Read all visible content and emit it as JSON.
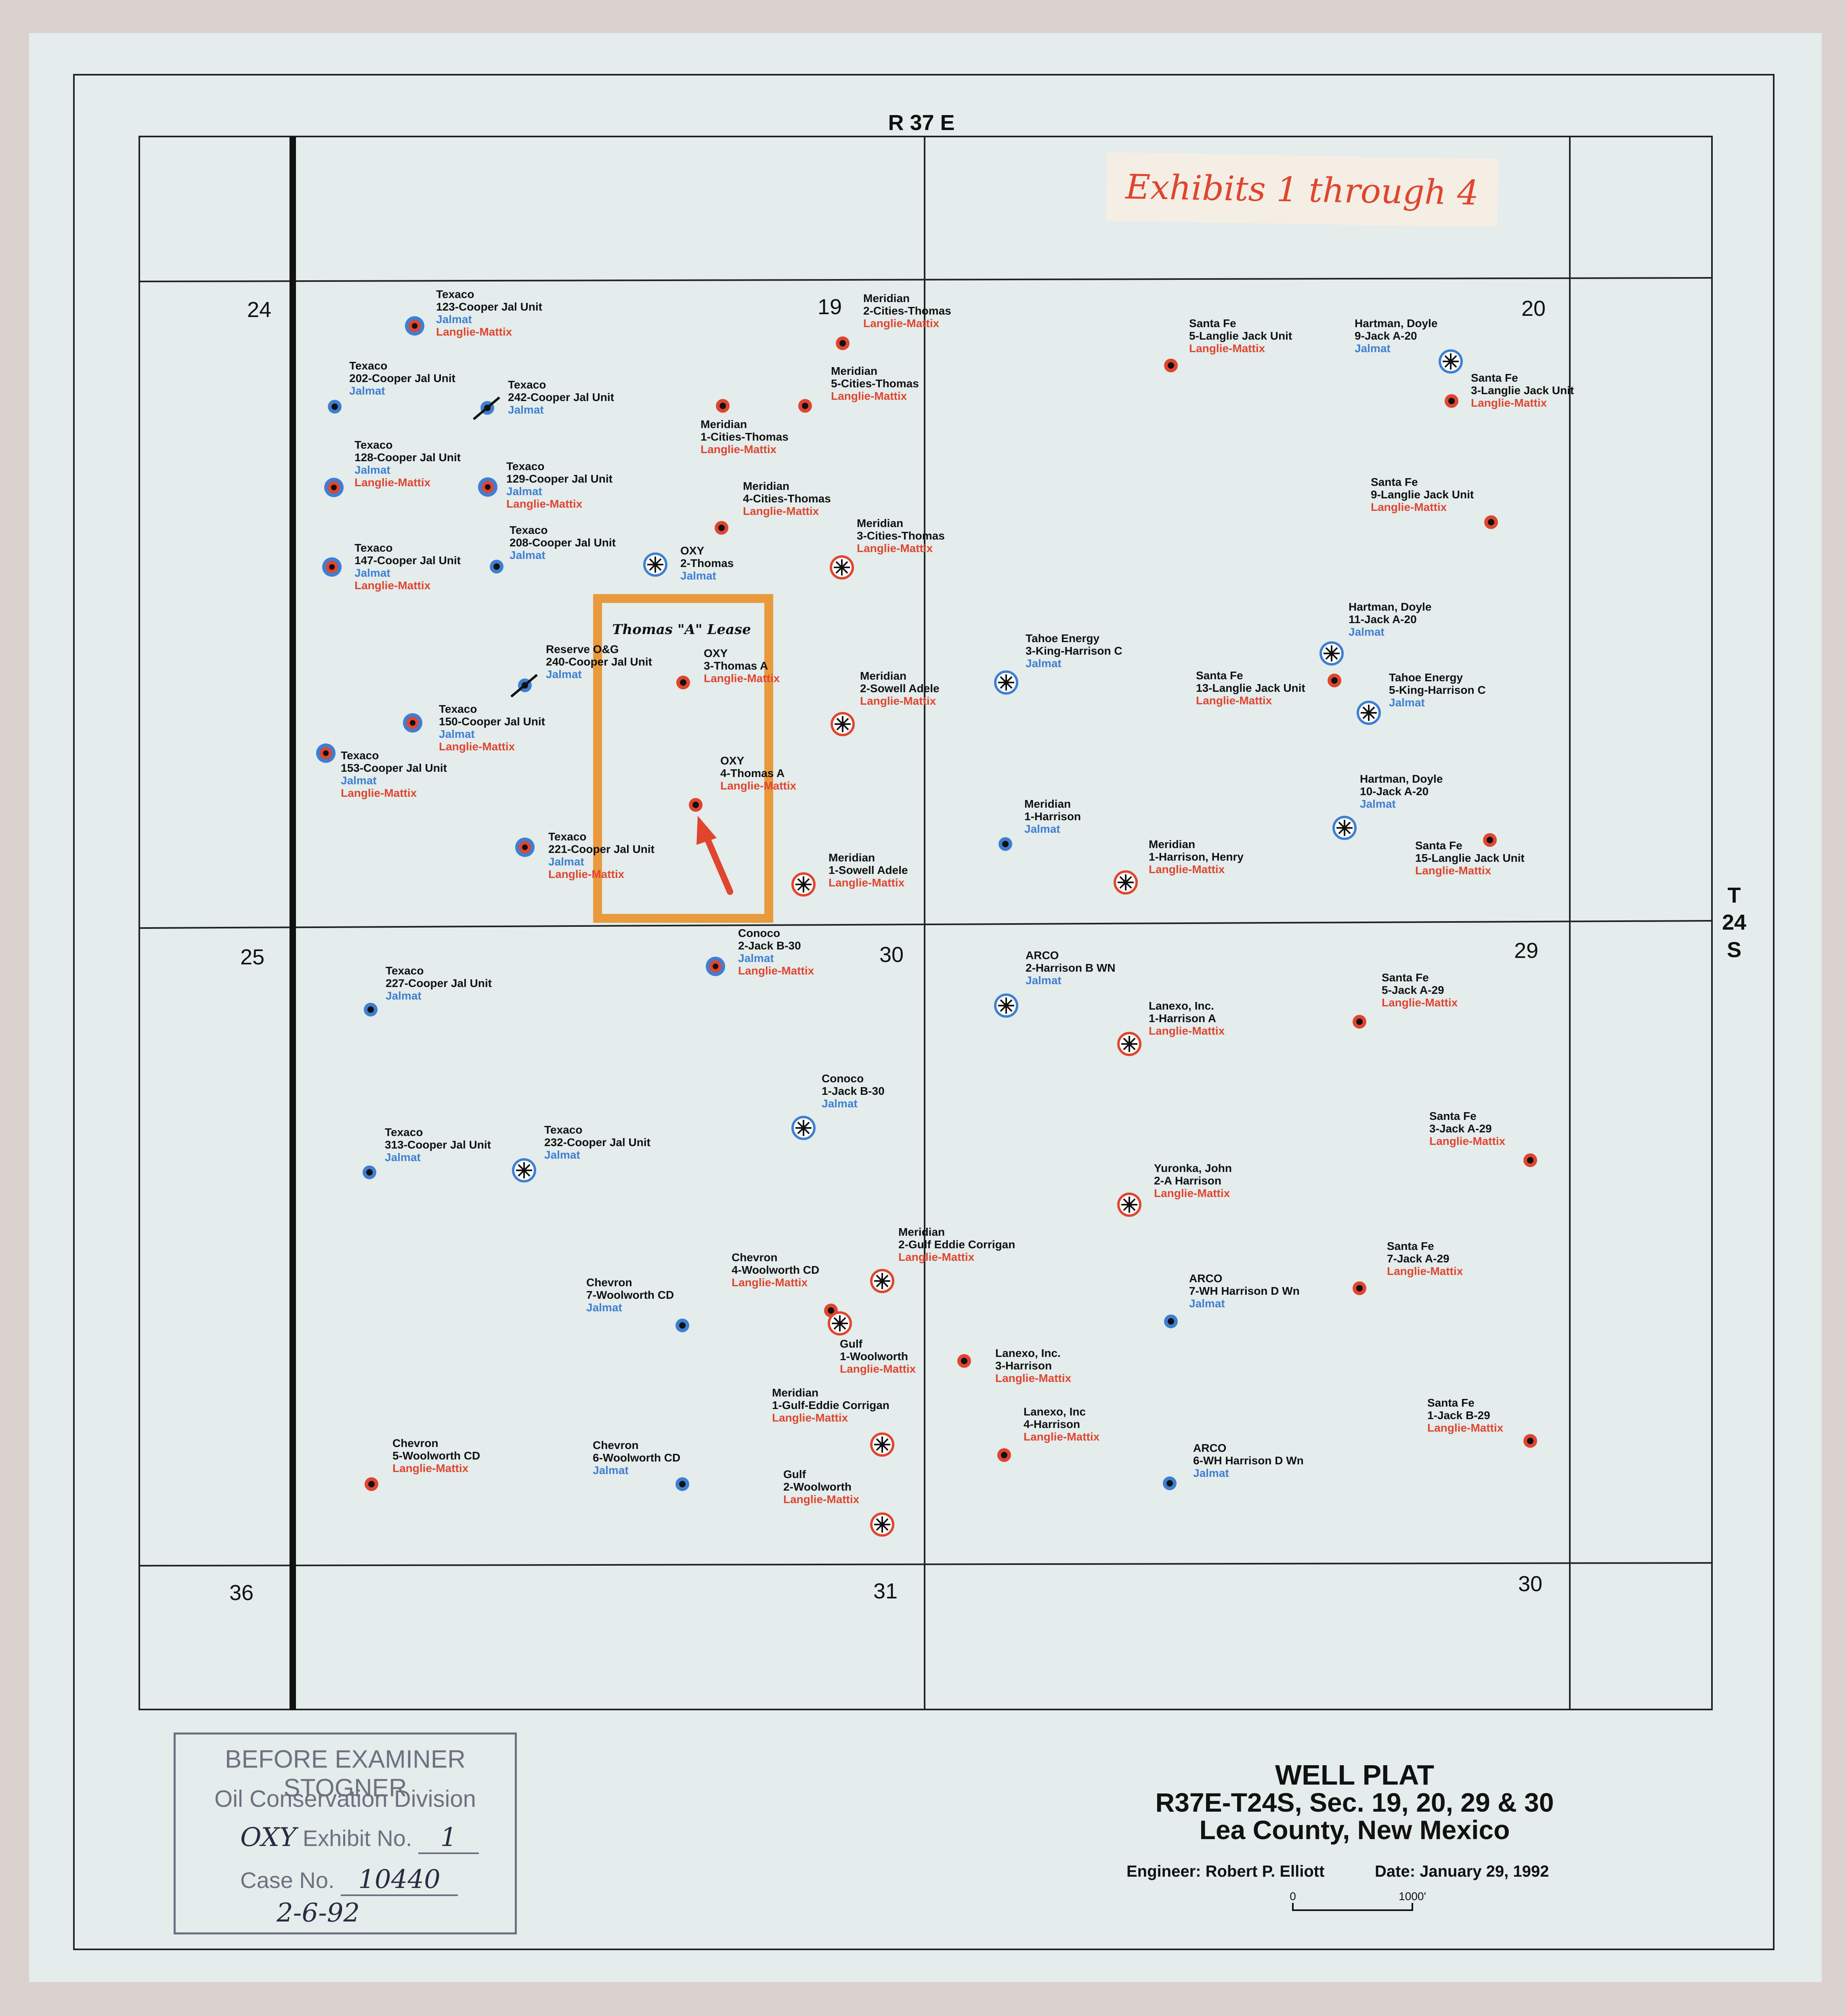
{
  "range_label": "R 37 E",
  "township": {
    "t": "T",
    "num": "24",
    "s": "S"
  },
  "sections": [
    {
      "num": "24"
    },
    {
      "num": "19"
    },
    {
      "num": "20"
    },
    {
      "num": "25"
    },
    {
      "num": "30"
    },
    {
      "num": "29"
    },
    {
      "num": "36"
    },
    {
      "num": "31"
    },
    {
      "num": "30"
    }
  ],
  "note": "Exhibits 1 through 4",
  "lease": {
    "name": "Thomas \"A\" Lease",
    "color": "#e89a3c"
  },
  "colors": {
    "paper": "#e4ecec",
    "black": "#111111",
    "jalmat": "#3f7fd1",
    "langlie": "#e0452f",
    "lease": "#e89a3c"
  },
  "wells": [
    {
      "lines": [
        "Texaco",
        "123-Cooper Jal Unit"
      ],
      "pool": [
        "Jalmat",
        "Langlie-Mattix"
      ],
      "type": "double",
      "sym": [
        1027,
        807
      ],
      "lab": [
        1080,
        738
      ]
    },
    {
      "lines": [
        "Texaco",
        "202-Cooper Jal Unit"
      ],
      "pool": [
        "Jalmat"
      ],
      "type": "blue",
      "sym": [
        829,
        1007
      ],
      "lab": [
        865,
        915
      ]
    },
    {
      "lines": [
        "Texaco",
        "242-Cooper Jal Unit"
      ],
      "pool": [
        "Jalmat"
      ],
      "type": "slash",
      "sym": [
        1207,
        1010
      ],
      "lab": [
        1258,
        962
      ]
    },
    {
      "lines": [
        "Texaco",
        "128-Cooper Jal Unit"
      ],
      "pool": [
        "Jalmat",
        "Langlie-Mattix"
      ],
      "type": "double",
      "sym": [
        827,
        1207
      ],
      "lab": [
        878,
        1111
      ]
    },
    {
      "lines": [
        "Texaco",
        "129-Cooper Jal Unit"
      ],
      "pool": [
        "Jalmat",
        "Langlie-Mattix"
      ],
      "type": "double",
      "sym": [
        1208,
        1206
      ],
      "lab": [
        1254,
        1164
      ]
    },
    {
      "lines": [
        "Texaco",
        "208-Cooper Jal Unit"
      ],
      "pool": [
        "Jalmat"
      ],
      "type": "blue",
      "sym": [
        1230,
        1403
      ],
      "lab": [
        1262,
        1322
      ]
    },
    {
      "lines": [
        "Texaco",
        "147-Cooper Jal Unit"
      ],
      "pool": [
        "Jalmat",
        "Langlie-Mattix"
      ],
      "type": "double",
      "sym": [
        822,
        1404
      ],
      "lab": [
        878,
        1366
      ]
    },
    {
      "lines": [
        "OXY",
        "2-Thomas"
      ],
      "pool": [
        "Jalmat"
      ],
      "type": "blue-gas",
      "sym": [
        1623,
        1398
      ],
      "lab": [
        1685,
        1373
      ]
    },
    {
      "lines": [
        "Meridian",
        "2-Cities-Thomas"
      ],
      "pool": [
        "Langlie-Mattix"
      ],
      "type": "red",
      "sym": [
        2087,
        850
      ],
      "lab": [
        2138,
        748
      ]
    },
    {
      "lines": [
        "Meridian",
        "5-Cities-Thomas"
      ],
      "pool": [
        "Langlie-Mattix"
      ],
      "type": "red",
      "sym": [
        1994,
        1005
      ],
      "lab": [
        2058,
        928
      ]
    },
    {
      "lines": [
        "Meridian",
        "1-Cities-Thomas"
      ],
      "pool": [
        "Langlie-Mattix"
      ],
      "type": "red",
      "sym": [
        1790,
        1005
      ],
      "lab": [
        1735,
        1060
      ]
    },
    {
      "lines": [
        "Meridian",
        "4-Cities-Thomas"
      ],
      "pool": [
        "Langlie-Mattix"
      ],
      "type": "red",
      "sym": [
        1787,
        1307
      ],
      "lab": [
        1840,
        1213
      ]
    },
    {
      "lines": [
        "Meridian",
        "3-Cities-Thomas"
      ],
      "pool": [
        "Langlie-Mattix"
      ],
      "type": "red-gas",
      "sym": [
        2085,
        1405
      ],
      "lab": [
        2122,
        1305
      ]
    },
    {
      "lines": [
        "Santa Fe",
        "5-Langlie Jack Unit"
      ],
      "pool": [
        "Langlie-Mattix"
      ],
      "type": "red",
      "sym": [
        2900,
        905
      ],
      "lab": [
        2945,
        810
      ]
    },
    {
      "lines": [
        "Hartman, Doyle",
        "9-Jack A-20"
      ],
      "pool": [
        "Jalmat"
      ],
      "type": "blue-gas",
      "sym": [
        3593,
        895
      ],
      "lab": [
        3355,
        810
      ]
    },
    {
      "lines": [
        "Santa Fe",
        "3-Langlie Jack Unit"
      ],
      "pool": [
        "Langlie-Mattix"
      ],
      "type": "red",
      "sym": [
        3595,
        993
      ],
      "lab": [
        3643,
        945
      ]
    },
    {
      "lines": [
        "Santa Fe",
        "9-Langlie Jack Unit"
      ],
      "pool": [
        "Langlie-Mattix"
      ],
      "type": "red",
      "sym": [
        3693,
        1293
      ],
      "lab": [
        3395,
        1203
      ]
    },
    {
      "lines": [
        "Reserve O&G",
        "240-Cooper Jal Unit"
      ],
      "pool": [
        "Jalmat"
      ],
      "type": "slash",
      "sym": [
        1300,
        1697
      ],
      "lab": [
        1352,
        1617
      ]
    },
    {
      "lines": [
        "OXY",
        "3-Thomas A"
      ],
      "pool": [
        "Langlie-Mattix"
      ],
      "type": "red",
      "sym": [
        1692,
        1690
      ],
      "lab": [
        1743,
        1627
      ]
    },
    {
      "lines": [
        "Texaco",
        "150-Cooper Jal Unit"
      ],
      "pool": [
        "Jalmat",
        "Langlie-Mattix"
      ],
      "type": "double",
      "sym": [
        1022,
        1790
      ],
      "lab": [
        1087,
        1765
      ]
    },
    {
      "lines": [
        "Texaco",
        "153-Cooper Jal Unit"
      ],
      "pool": [
        "Jalmat",
        "Langlie-Mattix"
      ],
      "type": "double",
      "sym": [
        807,
        1865
      ],
      "lab": [
        844,
        1880
      ]
    },
    {
      "lines": [
        "OXY",
        "4-Thomas A"
      ],
      "pool": [
        "Langlie-Mattix"
      ],
      "type": "red",
      "sym": [
        1723,
        1993
      ],
      "lab": [
        1784,
        1893
      ]
    },
    {
      "lines": [
        "Texaco",
        "221-Cooper Jal Unit"
      ],
      "pool": [
        "Jalmat",
        "Langlie-Mattix"
      ],
      "type": "double",
      "sym": [
        1300,
        2098
      ],
      "lab": [
        1358,
        2081
      ]
    },
    {
      "lines": [
        "Meridian",
        "2-Sowell Adele"
      ],
      "pool": [
        "Langlie-Mattix"
      ],
      "type": "red-gas",
      "sym": [
        2087,
        1793
      ],
      "lab": [
        2130,
        1683
      ]
    },
    {
      "lines": [
        "Meridian",
        "1-Sowell Adele"
      ],
      "pool": [
        "Langlie-Mattix"
      ],
      "type": "red-gas",
      "sym": [
        1990,
        2190
      ],
      "lab": [
        2052,
        2133
      ]
    },
    {
      "lines": [
        "Tahoe Energy",
        "3-King-Harrison C"
      ],
      "pool": [
        "Jalmat"
      ],
      "type": "blue-gas",
      "sym": [
        2492,
        1690
      ],
      "lab": [
        2540,
        1590
      ]
    },
    {
      "lines": [
        "Santa Fe",
        "13-Langlie Jack Unit"
      ],
      "pool": [
        "Langlie-Mattix"
      ],
      "type": "red",
      "sym": [
        3305,
        1685
      ],
      "lab": [
        2962,
        1682
      ]
    },
    {
      "lines": [
        "Hartman, Doyle",
        "11-Jack A-20"
      ],
      "pool": [
        "Jalmat"
      ],
      "type": "blue-gas",
      "sym": [
        3298,
        1618
      ],
      "lab": [
        3340,
        1512
      ]
    },
    {
      "lines": [
        "Tahoe Energy",
        "5-King-Harrison C"
      ],
      "pool": [
        "Jalmat"
      ],
      "type": "blue-gas",
      "sym": [
        3390,
        1765
      ],
      "lab": [
        3440,
        1687
      ]
    },
    {
      "lines": [
        "Meridian",
        "1-Harrison"
      ],
      "pool": [
        "Jalmat"
      ],
      "type": "blue",
      "sym": [
        2490,
        2090
      ],
      "lab": [
        2537,
        2000
      ]
    },
    {
      "lines": [
        "Meridian",
        "1-Harrison, Henry"
      ],
      "pool": [
        "Langlie-Mattix"
      ],
      "type": "red-gas",
      "sym": [
        2788,
        2185
      ],
      "lab": [
        2845,
        2100
      ]
    },
    {
      "lines": [
        "Hartman, Doyle",
        "10-Jack A-20"
      ],
      "pool": [
        "Jalmat"
      ],
      "type": "blue-gas",
      "sym": [
        3330,
        2050
      ],
      "lab": [
        3368,
        1938
      ]
    },
    {
      "lines": [
        "Santa Fe",
        "15-Langlie Jack Unit"
      ],
      "pool": [
        "Langlie-Mattix"
      ],
      "type": "red",
      "sym": [
        3690,
        2080
      ],
      "lab": [
        3505,
        2103
      ]
    },
    {
      "lines": [
        "Conoco",
        "2-Jack B-30"
      ],
      "pool": [
        "Jalmat",
        "Langlie-Mattix"
      ],
      "type": "double",
      "sym": [
        1772,
        2393
      ],
      "lab": [
        1828,
        2320
      ]
    },
    {
      "lines": [
        "Texaco",
        "227-Cooper Jal Unit"
      ],
      "pool": [
        "Jalmat"
      ],
      "type": "blue",
      "sym": [
        918,
        2500
      ],
      "lab": [
        955,
        2413
      ]
    },
    {
      "lines": [
        "ARCO",
        "2-Harrison B WN"
      ],
      "pool": [
        "Jalmat"
      ],
      "type": "blue-gas",
      "sym": [
        2492,
        2490
      ],
      "lab": [
        2540,
        2375
      ]
    },
    {
      "lines": [
        "Lanexo, Inc.",
        "1-Harrison A"
      ],
      "pool": [
        "Langlie-Mattix"
      ],
      "type": "red-gas",
      "sym": [
        2797,
        2585
      ],
      "lab": [
        2845,
        2500
      ]
    },
    {
      "lines": [
        "Santa Fe",
        "5-Jack A-29"
      ],
      "pool": [
        "Langlie-Mattix"
      ],
      "type": "red",
      "sym": [
        3367,
        2530
      ],
      "lab": [
        3422,
        2430
      ]
    },
    {
      "lines": [
        "Conoco",
        "1-Jack B-30"
      ],
      "pool": [
        "Jalmat"
      ],
      "type": "blue-gas",
      "sym": [
        1990,
        2793
      ],
      "lab": [
        2035,
        2680
      ]
    },
    {
      "lines": [
        "Texaco",
        "313-Cooper Jal Unit"
      ],
      "pool": [
        "Jalmat"
      ],
      "type": "blue",
      "sym": [
        915,
        2903
      ],
      "lab": [
        953,
        2813
      ]
    },
    {
      "lines": [
        "Texaco",
        "232-Cooper Jal Unit"
      ],
      "pool": [
        "Jalmat"
      ],
      "type": "blue-gas",
      "sym": [
        1298,
        2898
      ],
      "lab": [
        1348,
        2807
      ]
    },
    {
      "lines": [
        "Santa Fe",
        "3-Jack A-29"
      ],
      "pool": [
        "Langlie-Mattix"
      ],
      "type": "red",
      "sym": [
        3790,
        2873
      ],
      "lab": [
        3540,
        2773
      ]
    },
    {
      "lines": [
        "Yuronka, John",
        "2-A Harrison"
      ],
      "pool": [
        "Langlie-Mattix"
      ],
      "type": "red-gas",
      "sym": [
        2797,
        2983
      ],
      "lab": [
        2858,
        2902
      ]
    },
    {
      "lines": [
        "Meridian",
        "2-Gulf Eddie Corrigan"
      ],
      "pool": [
        "Langlie-Mattix"
      ],
      "type": "red-gas",
      "sym": [
        2185,
        3172
      ],
      "lab": [
        2225,
        3060
      ]
    },
    {
      "lines": [
        "Chevron",
        "4-Woolworth CD"
      ],
      "pool": [
        "Langlie-Mattix"
      ],
      "type": "red",
      "sym": [
        2058,
        3245
      ],
      "lab": [
        1812,
        3123
      ]
    },
    {
      "lines": [
        "Chevron",
        "7-Woolworth CD"
      ],
      "pool": [
        "Jalmat"
      ],
      "type": "blue",
      "sym": [
        1690,
        3282
      ],
      "lab": [
        1452,
        3185
      ]
    },
    {
      "lines": [
        "",
        "  "
      ],
      "pool": [],
      "type": "red-gas",
      "sym": [
        2080,
        3277
      ],
      "lab": [
        0,
        0
      ]
    },
    {
      "lines": [
        "Santa Fe",
        "7-Jack A-29"
      ],
      "pool": [
        "Langlie-Mattix"
      ],
      "type": "red",
      "sym": [
        3367,
        3190
      ],
      "lab": [
        3435,
        3095
      ]
    },
    {
      "lines": [
        "ARCO",
        "7-WH Harrison D Wn"
      ],
      "pool": [
        "Jalmat"
      ],
      "type": "blue",
      "sym": [
        2900,
        3272
      ],
      "lab": [
        2945,
        3175
      ]
    },
    {
      "lines": [
        "Gulf",
        "1-Woolworth"
      ],
      "pool": [
        "Langlie-Mattix"
      ],
      "type": "red",
      "sym": [
        2388,
        3370
      ],
      "lab": [
        2080,
        3337
      ]
    },
    {
      "lines": [
        "Lanexo, Inc.",
        "3-Harrison"
      ],
      "pool": [
        "Langlie-Mattix"
      ],
      "type": "none",
      "sym": [
        0,
        0
      ],
      "lab": [
        2465,
        3360
      ]
    },
    {
      "lines": [
        "Meridian",
        "1-Gulf-Eddie Corrigan"
      ],
      "pool": [
        "Langlie-Mattix"
      ],
      "type": "red-gas",
      "sym": [
        2185,
        3577
      ],
      "lab": [
        1912,
        3458
      ]
    },
    {
      "lines": [
        "Lanexo, Inc",
        "4-Harrison"
      ],
      "pool": [
        "Langlie-Mattix"
      ],
      "type": "red",
      "sym": [
        2487,
        3603
      ],
      "lab": [
        2535,
        3505
      ]
    },
    {
      "lines": [
        "Santa Fe",
        "1-Jack B-29"
      ],
      "pool": [
        "Langlie-Mattix"
      ],
      "type": "red",
      "sym": [
        3790,
        3568
      ],
      "lab": [
        3535,
        3483
      ]
    },
    {
      "lines": [
        "Chevron",
        "5-Woolworth CD"
      ],
      "pool": [
        "Langlie-Mattix"
      ],
      "type": "red",
      "sym": [
        920,
        3675
      ],
      "lab": [
        972,
        3583
      ]
    },
    {
      "lines": [
        "Chevron",
        "6-Woolworth CD"
      ],
      "pool": [
        "Jalmat"
      ],
      "type": "blue",
      "sym": [
        1690,
        3675
      ],
      "lab": [
        1468,
        3588
      ]
    },
    {
      "lines": [
        "ARCO",
        "6-WH Harrison D Wn"
      ],
      "pool": [
        "Jalmat"
      ],
      "type": "blue",
      "sym": [
        2897,
        3673
      ],
      "lab": [
        2955,
        3595
      ]
    },
    {
      "lines": [
        "Gulf",
        "2-Woolworth"
      ],
      "pool": [
        "Langlie-Mattix"
      ],
      "type": "red-gas",
      "sym": [
        2185,
        3775
      ],
      "lab": [
        1940,
        3660
      ]
    }
  ],
  "title": {
    "line1": "WELL PLAT",
    "line2": "R37E-T24S, Sec. 19, 20, 29 & 30",
    "line3": "Lea County, New Mexico"
  },
  "engineer": "Engineer: Robert P. Elliott",
  "date": "Date: January 29, 1992",
  "scale": {
    "zero": "0",
    "max": "1000'"
  },
  "stamp": {
    "line1": "BEFORE EXAMINER STOGNER",
    "line2": "Oil Conservation Division",
    "exhibit_prefix": "OXY",
    "exhibit_label": "Exhibit No.",
    "exhibit_no": "1",
    "case_label": "Case No.",
    "case_no": "10440",
    "date": "2-6-92"
  }
}
